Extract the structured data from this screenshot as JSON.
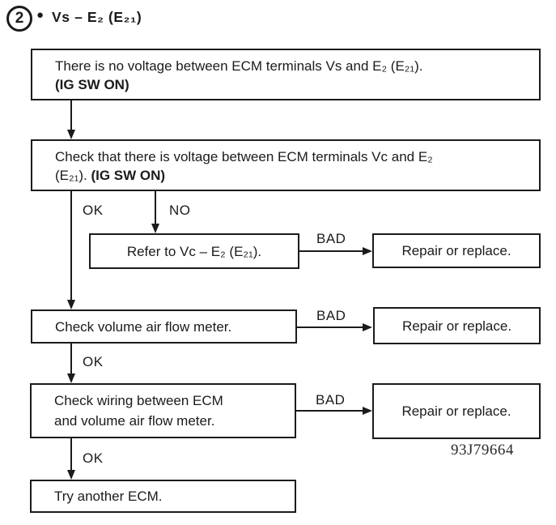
{
  "header": {
    "step_number": "2",
    "bullet": "●",
    "title": "Vs – E₂ (E₂₁)"
  },
  "nodes": {
    "start": {
      "line1": "There is no voltage between ECM terminals Vs and E₂ (E₂₁).",
      "line2_bold": "(IG SW ON)"
    },
    "check_vc": {
      "line1": "Check that there is voltage between ECM terminals Vc and E₂",
      "line2_normal": "(E₂₁).",
      "line2_bold": "(IG SW ON)"
    },
    "refer": {
      "text": "Refer to Vc – E₂ (E₂₁)."
    },
    "repair1": {
      "text": "Repair or replace."
    },
    "check_afm": {
      "text": "Check volume air flow meter."
    },
    "repair2": {
      "text": "Repair or replace."
    },
    "check_wiring": {
      "line1": "Check wiring between ECM",
      "line2": "and volume air flow meter."
    },
    "repair3": {
      "text": "Repair or replace."
    },
    "try_ecm": {
      "text": "Try another ECM."
    }
  },
  "edge_labels": {
    "ok1": "OK",
    "no1": "NO",
    "bad1": "BAD",
    "ok2": "OK",
    "bad2": "BAD",
    "ok3": "OK",
    "bad3": "BAD"
  },
  "footer": {
    "code": "93J79664"
  },
  "colors": {
    "ink": "#1b1b1b",
    "background": "#ffffff"
  }
}
